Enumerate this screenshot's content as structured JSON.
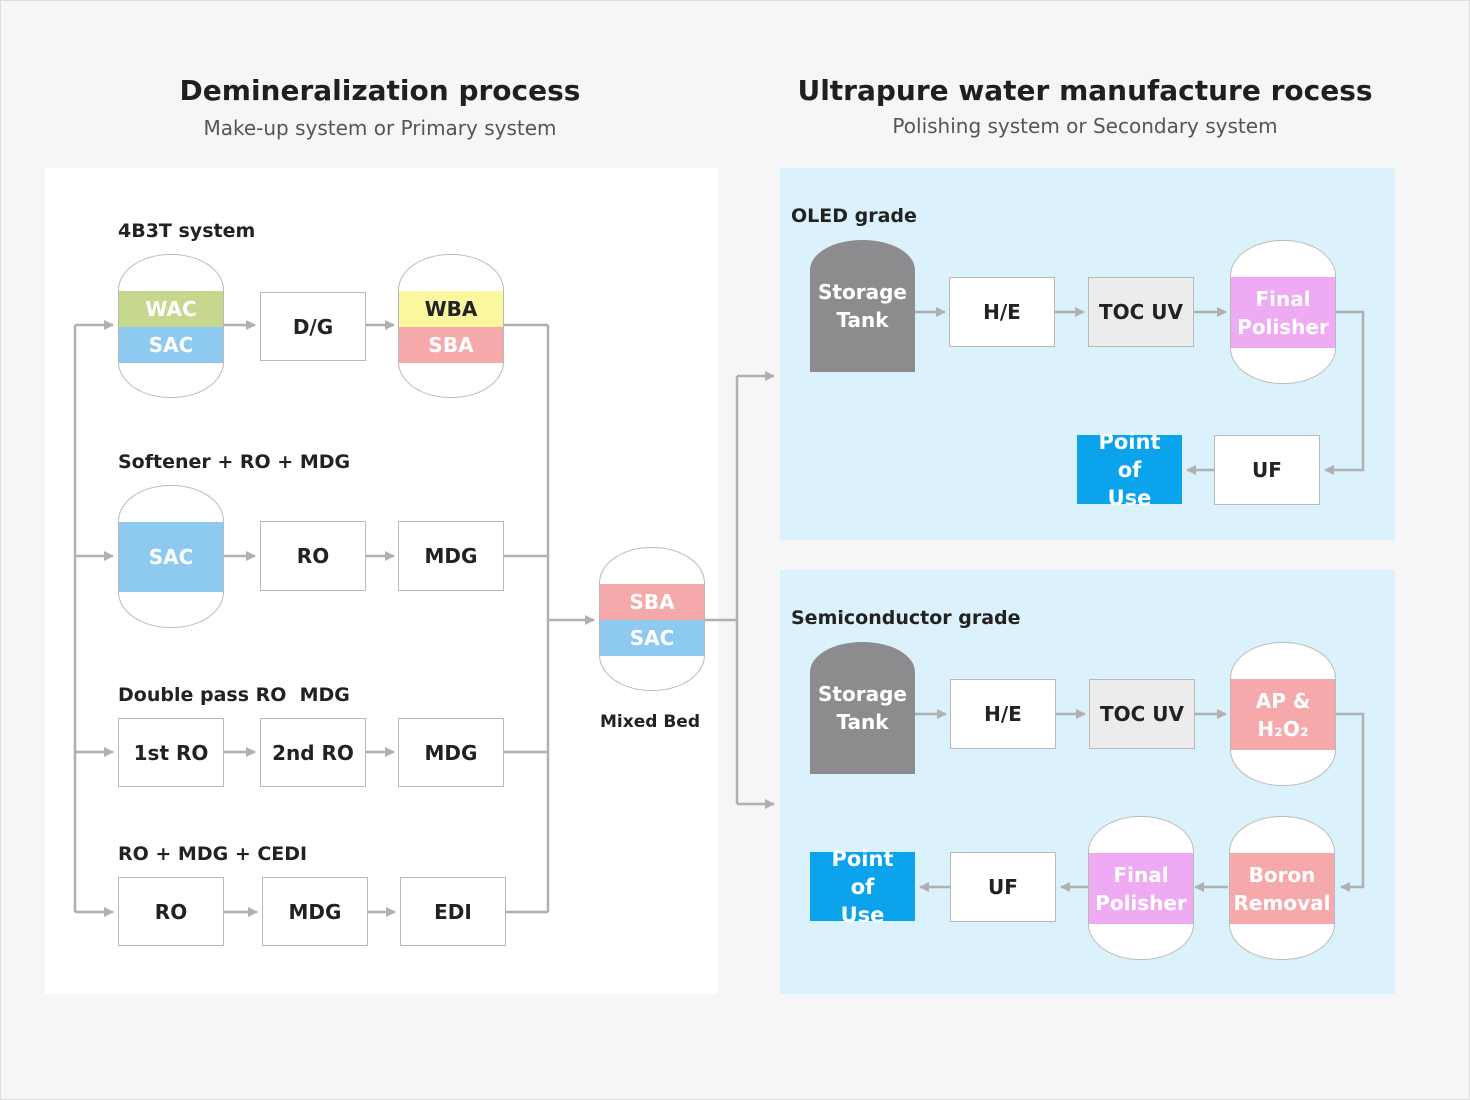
{
  "left": {
    "title": "Demineralization process",
    "subtitle": "Make-up system or Primary system",
    "sections": {
      "s1": {
        "label": "4B3T system",
        "tank1_top": "WAC",
        "tank1_bottom": "SAC",
        "box": "D/G",
        "tank2_top": "WBA",
        "tank2_bottom": "SBA"
      },
      "s2": {
        "label": "Softener + RO + MDG",
        "tank": "SAC",
        "box1": "RO",
        "box2": "MDG"
      },
      "s3": {
        "label": "Double pass RO  MDG",
        "box1": "1st RO",
        "box2": "2nd RO",
        "box3": "MDG"
      },
      "s4": {
        "label": "RO + MDG + CEDI",
        "box1": "RO",
        "box2": "MDG",
        "box3": "EDI"
      }
    },
    "mixed_bed": {
      "top": "SBA",
      "bottom": "SAC",
      "label": "Mixed Bed"
    }
  },
  "right": {
    "title": "Ultrapure water manufacture rocess",
    "subtitle": "Polishing system or Secondary system",
    "oled": {
      "label": "OLED grade",
      "storage": "Storage Tank",
      "he": "H/E",
      "toc": "TOC UV",
      "polisher": "Final Polisher",
      "uf": "UF",
      "pou": "Point of Use"
    },
    "semi": {
      "label": "Semiconductor grade",
      "storage": "Storage Tank",
      "he": "H/E",
      "toc": "TOC UV",
      "ap": "AP & H₂O₂",
      "boron": "Boron Removal",
      "polisher": "Final Polisher",
      "uf": "UF",
      "pou": "Point of Use"
    }
  },
  "colors": {
    "wac": "#c5d88e",
    "sac": "#8ecaf0",
    "wba": "#fbf79e",
    "sba": "#f6a9ab",
    "polisher": "#eeaaf3",
    "ap": "#f6a9ab",
    "storage": "#8c8c8e",
    "pou": "#0aa3ec",
    "panel_blue": "#dbf1fc",
    "line": "#b0b0b0"
  }
}
